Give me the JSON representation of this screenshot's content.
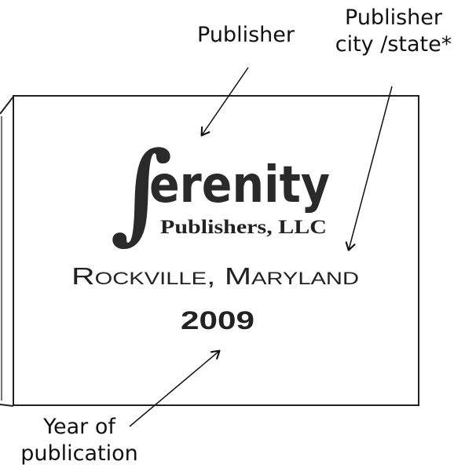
{
  "callouts": {
    "publisher": "Publisher",
    "city_state_line1": "Publisher",
    "city_state_line2": "city /state*",
    "year_line1": "Year of",
    "year_line2": "publication"
  },
  "title_page": {
    "logo_initial": "∫",
    "logo_rest": "erenity",
    "publisher_suffix": "Publishers, LLC",
    "city": "Rockville, Maryland",
    "year": "2009"
  },
  "colors": {
    "ink": "#111111",
    "logo": "#2a2a2a",
    "border": "#222222"
  }
}
